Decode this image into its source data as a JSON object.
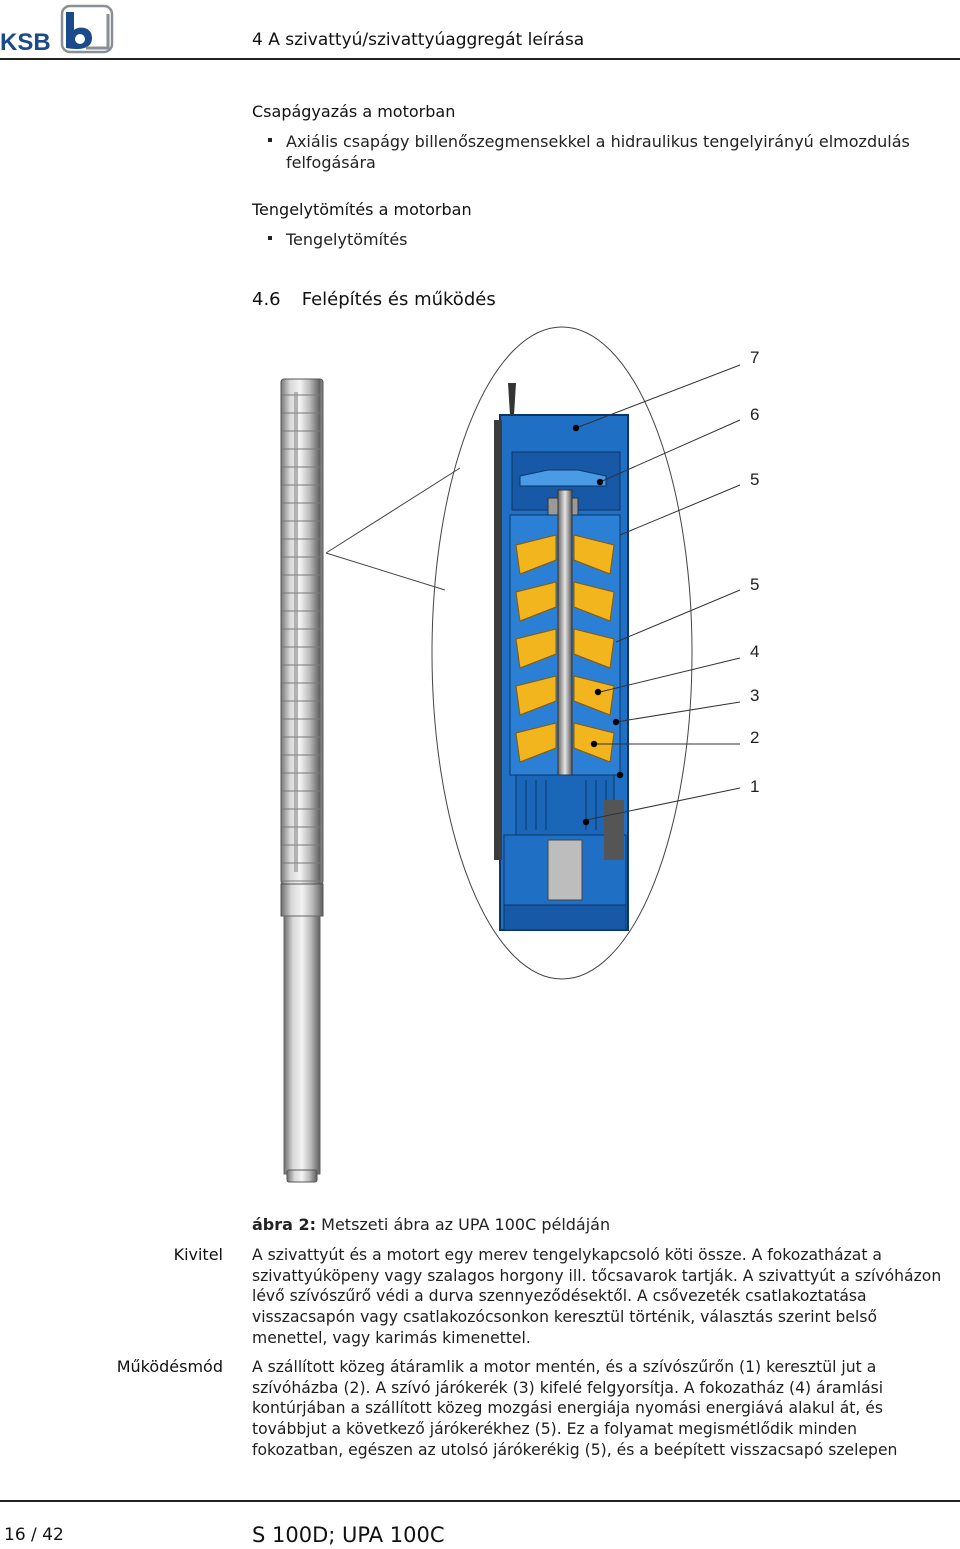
{
  "header": {
    "logo_text": "KSB",
    "title": "4 A szivattyú/szivattyúaggregát leírása",
    "brand_color": "#1a4a8a"
  },
  "bearings": {
    "heading": "Csapágyazás a motorban",
    "bullet": "Axiális csapágy billenőszegmensekkel a hidraulikus tengelyirányú elmozdulás felfogására"
  },
  "seal": {
    "heading": "Tengelytömítés a motorban",
    "bullet": "Tengelytömítés"
  },
  "section": {
    "number": "4.6",
    "title": "Felépítés és működés"
  },
  "figure": {
    "callouts": [
      "7",
      "6",
      "5",
      "5",
      "4",
      "3",
      "2",
      "1"
    ],
    "pump_blue": "#1f6fc4",
    "impeller_yellow": "#f2b51e",
    "caption_label": "ábra 2:",
    "caption_text": "Metszeti ábra az UPA 100C példáján"
  },
  "kivitel": {
    "label": "Kivitel",
    "text": "A szivattyút és a motort egy merev tengelykapcsoló köti össze. A fokozatházat a szivattyúköpeny vagy szalagos horgony ill. tőcsavarok tartják. A szivattyút a szívóházon lévő szívószűrő védi a durva szennyeződésektől. A csővezeték csatlakoztatása visszacsapón vagy csatlakozócsonkon keresztül történik, választás szerint belső menettel, vagy karimás kimenettel."
  },
  "mukodesmod": {
    "label": "Működésmód",
    "text": "A szállított közeg átáramlik a motor mentén, és a szívószűrőn (1) keresztül jut a szívóházba (2). A szívó járókerék (3) kifelé felgyorsítja. A fokozatház (4) áramlási kontúrjában a szállított közeg mozgási energiája nyomási energiává alakul át, és továbbjut a következő járókerékhez (5). Ez a folyamat megismétlődik minden fokozatban, egészen az utolsó járókerékig (5), és a beépített visszacsapó szelepen"
  },
  "footer": {
    "page": "16 / 42",
    "doc_title": "S 100D; UPA 100C"
  }
}
